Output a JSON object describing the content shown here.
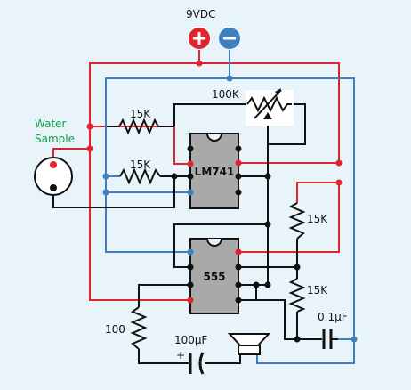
{
  "supply": {
    "label": "9VDC",
    "plus": "+",
    "minus": "−"
  },
  "probe": {
    "label_line1": "Water",
    "label_line2": "Sample"
  },
  "chips": {
    "opamp": "LM741",
    "timer": "555"
  },
  "components": {
    "pot": "100K",
    "r_upper": "15K",
    "r_lower": "15K",
    "r_mid_right": "15K",
    "r_lower_right": "15K",
    "r_left": "100",
    "cap_elec": "100µF",
    "cap_elec_plus": "+",
    "cap_film": "0.1µF"
  },
  "colors": {
    "positive": "#e0242b",
    "negative": "#3f7fc0",
    "background": "#e9f3fa",
    "chip": "#a9a9a9",
    "label_green": "#12a04a"
  }
}
